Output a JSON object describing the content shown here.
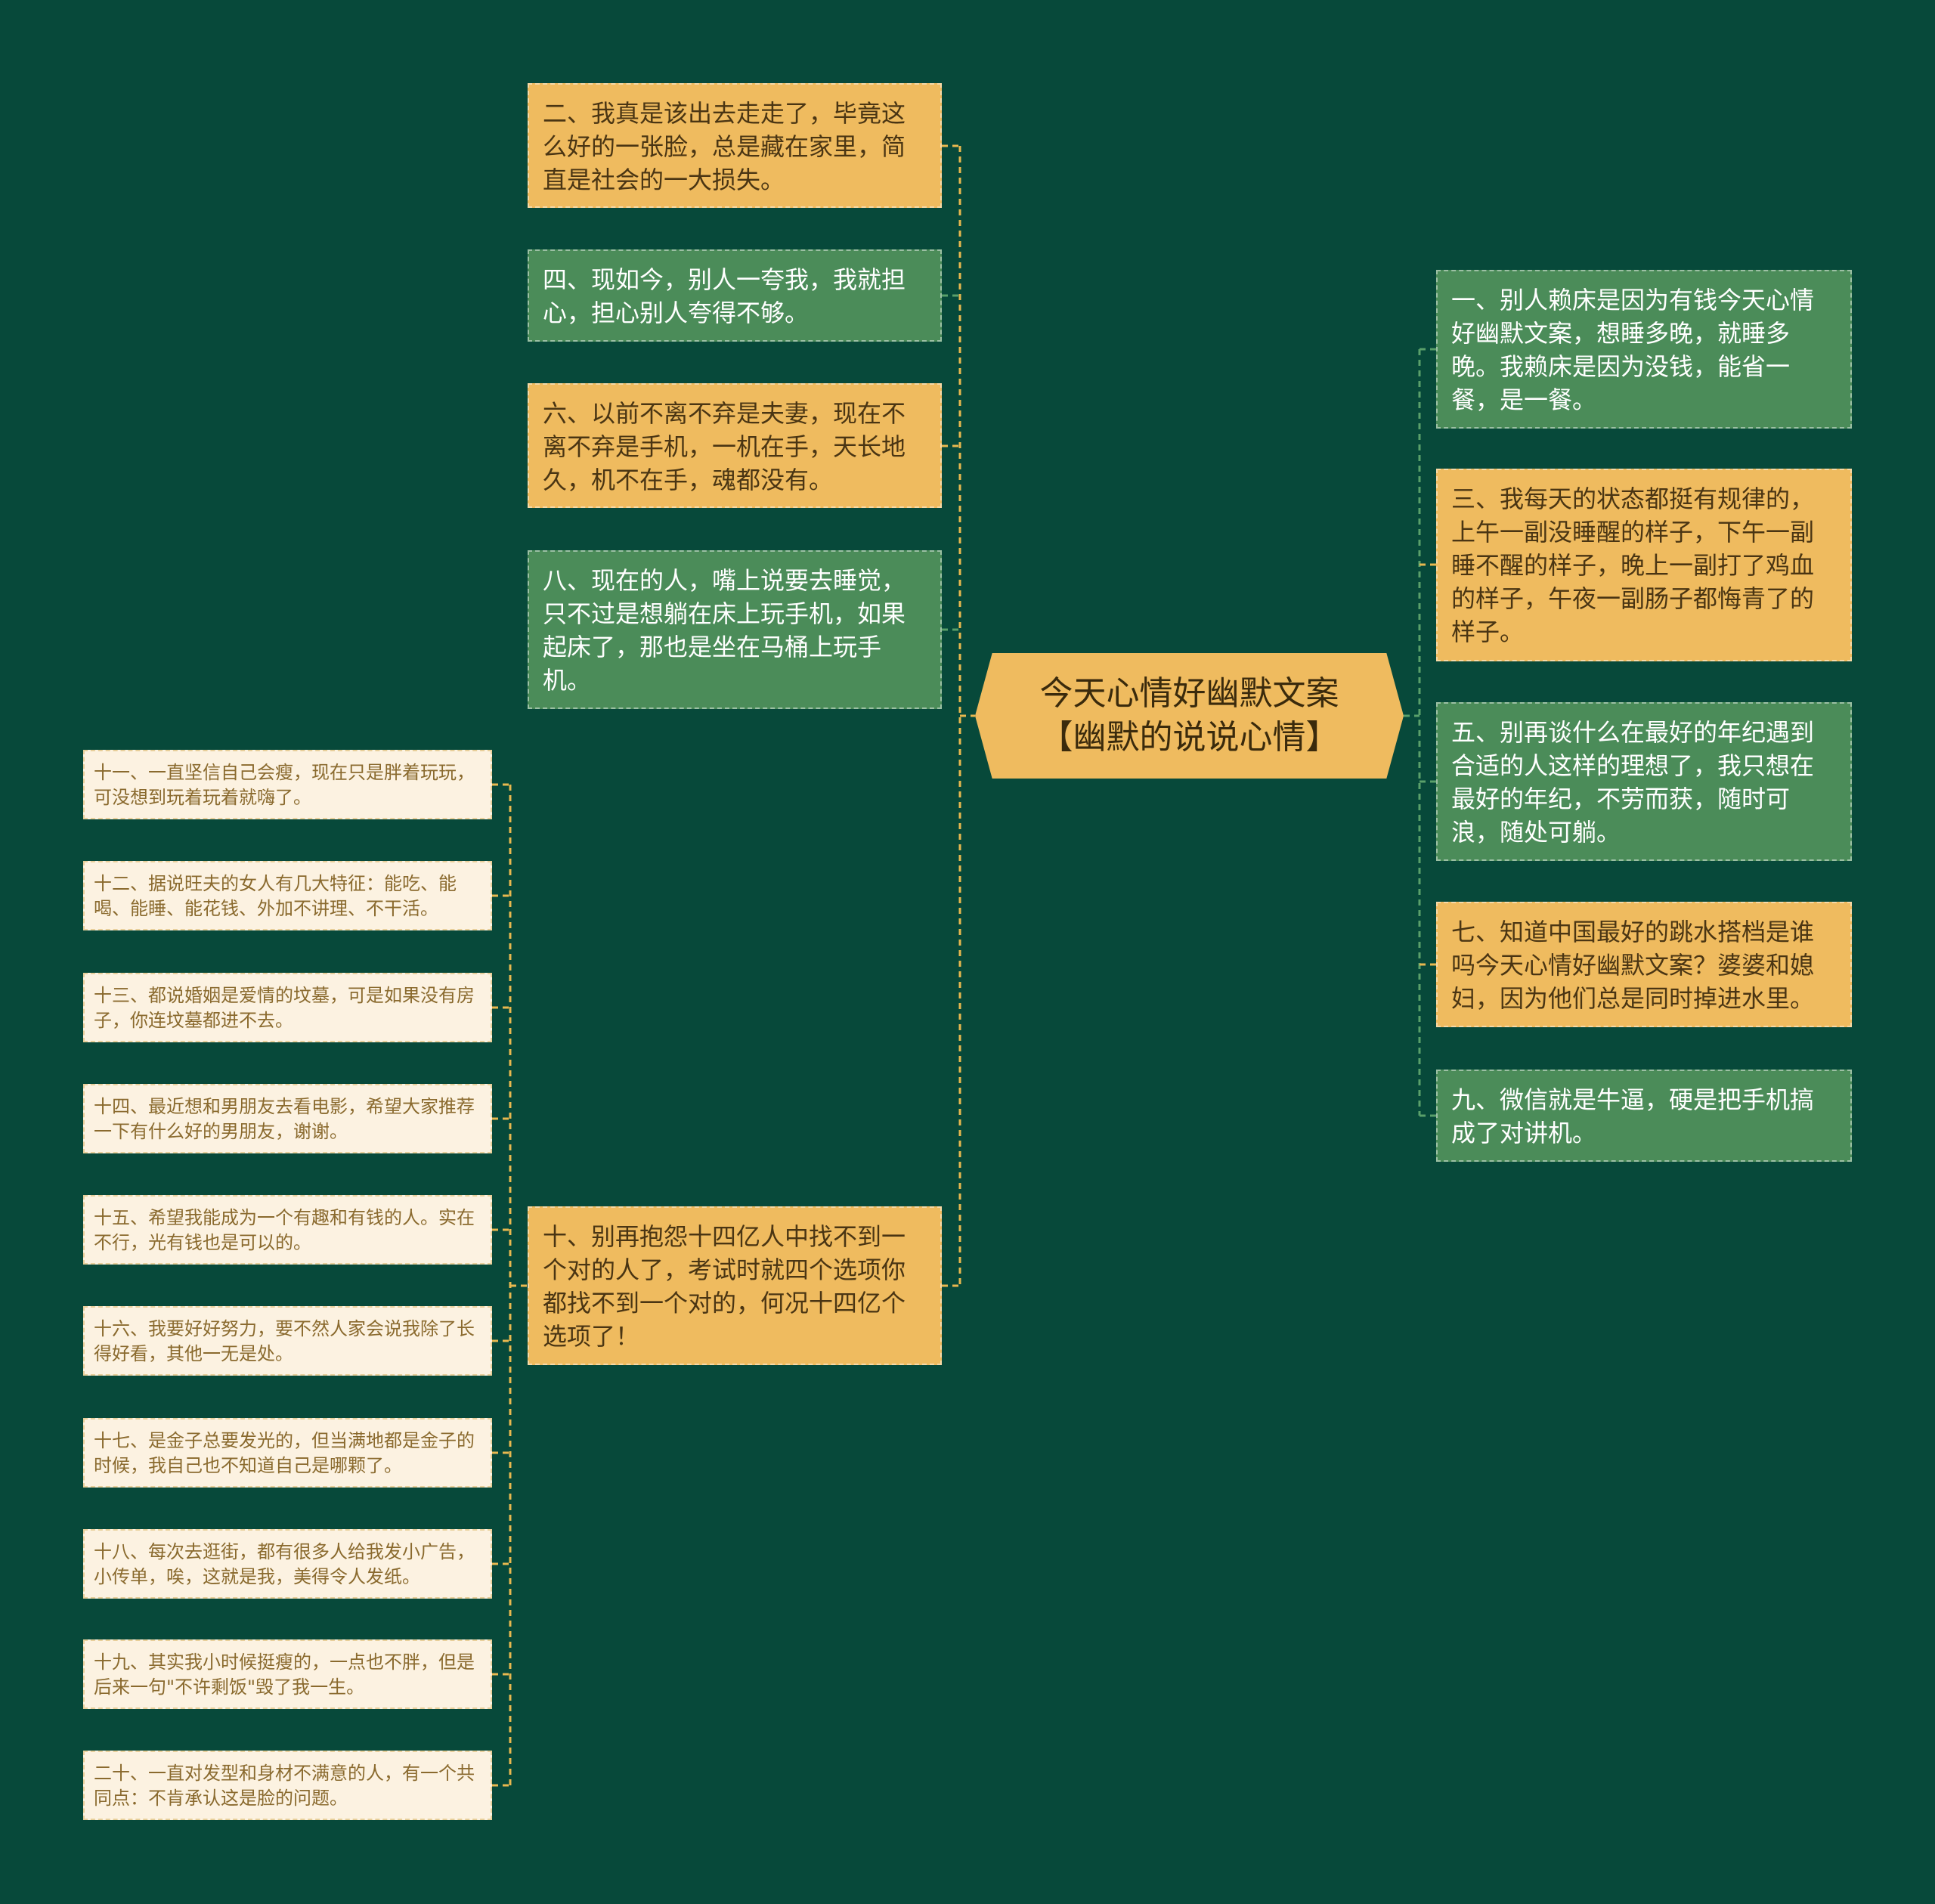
{
  "center": {
    "title": "今天心情好幽默文案【幽默的说说心情】"
  },
  "left_branches": [
    {
      "text": "二、我真是该出去走走了，毕竟这么好的一张脸，总是藏在家里，简直是社会的一大损失。",
      "style": "orange"
    },
    {
      "text": "四、现如今，别人一夸我，我就担心，担心别人夸得不够。",
      "style": "green"
    },
    {
      "text": "六、以前不离不弃是夫妻，现在不离不弃是手机，一机在手，天长地久，机不在手，魂都没有。",
      "style": "orange"
    },
    {
      "text": "八、现在的人，嘴上说要去睡觉，只不过是想躺在床上玩手机，如果起床了，那也是坐在马桶上玩手机。",
      "style": "green"
    },
    {
      "text": "十、别再抱怨十四亿人中找不到一个对的人了，考试时就四个选项你都找不到一个对的，何况十四亿个选项了！",
      "style": "orange"
    }
  ],
  "right_branches": [
    {
      "text": "一、别人赖床是因为有钱今天心情好幽默文案，想睡多晚，就睡多晚。我赖床是因为没钱，能省一餐，是一餐。",
      "style": "green"
    },
    {
      "text": "三、我每天的状态都挺有规律的，上午一副没睡醒的样子，下午一副睡不醒的样子，晚上一副打了鸡血的样子，午夜一副肠子都悔青了的样子。",
      "style": "orange"
    },
    {
      "text": "五、别再谈什么在最好的年纪遇到合适的人这样的理想了，我只想在最好的年纪，不劳而获，随时可浪，随处可躺。",
      "style": "green"
    },
    {
      "text": "七、知道中国最好的跳水搭档是谁吗今天心情好幽默文案？婆婆和媳妇，因为他们总是同时掉进水里。",
      "style": "orange"
    },
    {
      "text": "九、微信就是牛逼，硬是把手机搞成了对讲机。",
      "style": "green"
    }
  ],
  "sub_branches": [
    "十一、一直坚信自己会瘦，现在只是胖着玩玩，可没想到玩着玩着就嗨了。",
    "十二、据说旺夫的女人有几大特征：能吃、能喝、能睡、能花钱、外加不讲理、不干活。",
    "十三、都说婚姻是爱情的坟墓，可是如果没有房子，你连坟墓都进不去。",
    "十四、最近想和男朋友去看电影，希望大家推荐一下有什么好的男朋友，谢谢。",
    "十五、希望我能成为一个有趣和有钱的人。实在不行，光有钱也是可以的。",
    "十六、我要好好努力，要不然人家会说我除了长得好看，其他一无是处。",
    "十七、是金子总要发光的，但当满地都是金子的时候，我自己也不知道自己是哪颗了。",
    "十八、每次去逛街，都有很多人给我发小广告，小传单，唉，这就是我，美得令人发纸。",
    "十九、其实我小时候挺瘦的，一点也不胖，但是后来一句\"不许剩饭\"毁了我一生。",
    "二十、一直对发型和身材不满意的人，有一个共同点：不肯承认这是脸的问题。"
  ],
  "colors": {
    "background": "#07493a",
    "orange": "#efbb5f",
    "green": "#4b8c59",
    "cream": "#fcf2e1",
    "line_orange": "#e8b84f",
    "line_green": "#5aa06a"
  }
}
